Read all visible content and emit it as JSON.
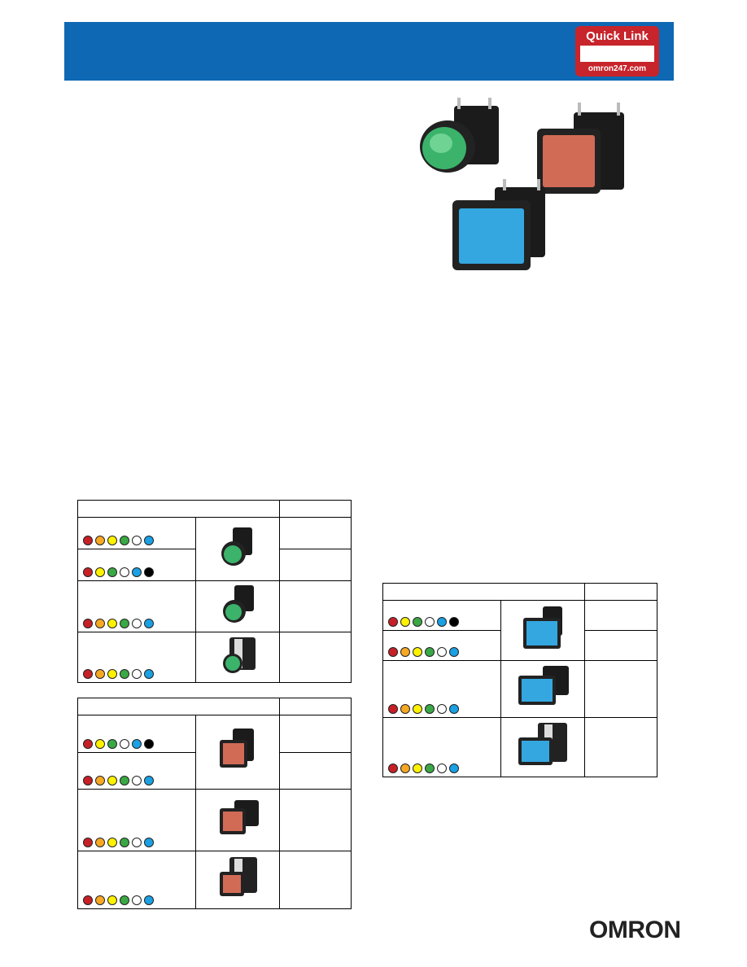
{
  "quick_link": {
    "title": "Quick Link",
    "url": "omron247.com"
  },
  "logo": {
    "text": "OMRON"
  },
  "dot_colors": {
    "red": "#c62026",
    "orange": "#f7a823",
    "yellow": "#fff200",
    "green": "#3aa845",
    "white": "#ffffff",
    "blue": "#1aa0e3",
    "black": "#000000"
  },
  "tables": {
    "round": {
      "rows": [
        {
          "dots": [
            "red",
            "orange",
            "yellow",
            "green",
            "white",
            "blue"
          ]
        },
        {
          "dots": [
            "red",
            "yellow",
            "green",
            "white",
            "blue",
            "black"
          ]
        },
        {
          "dots": [
            "red",
            "orange",
            "yellow",
            "green",
            "white",
            "blue"
          ]
        },
        {
          "dots": [
            "red",
            "orange",
            "yellow",
            "green",
            "white",
            "blue"
          ]
        }
      ]
    },
    "square": {
      "rows": [
        {
          "dots": [
            "red",
            "yellow",
            "green",
            "white",
            "blue",
            "black"
          ]
        },
        {
          "dots": [
            "red",
            "orange",
            "yellow",
            "green",
            "white",
            "blue"
          ]
        },
        {
          "dots": [
            "red",
            "orange",
            "yellow",
            "green",
            "white",
            "blue"
          ]
        },
        {
          "dots": [
            "red",
            "orange",
            "yellow",
            "green",
            "white",
            "blue"
          ]
        }
      ]
    },
    "rect": {
      "rows": [
        {
          "dots": [
            "red",
            "yellow",
            "green",
            "white",
            "blue",
            "black"
          ]
        },
        {
          "dots": [
            "red",
            "orange",
            "yellow",
            "green",
            "white",
            "blue"
          ]
        },
        {
          "dots": [
            "red",
            "orange",
            "yellow",
            "green",
            "white",
            "blue"
          ]
        },
        {
          "dots": [
            "red",
            "orange",
            "yellow",
            "green",
            "white",
            "blue"
          ]
        }
      ]
    }
  }
}
